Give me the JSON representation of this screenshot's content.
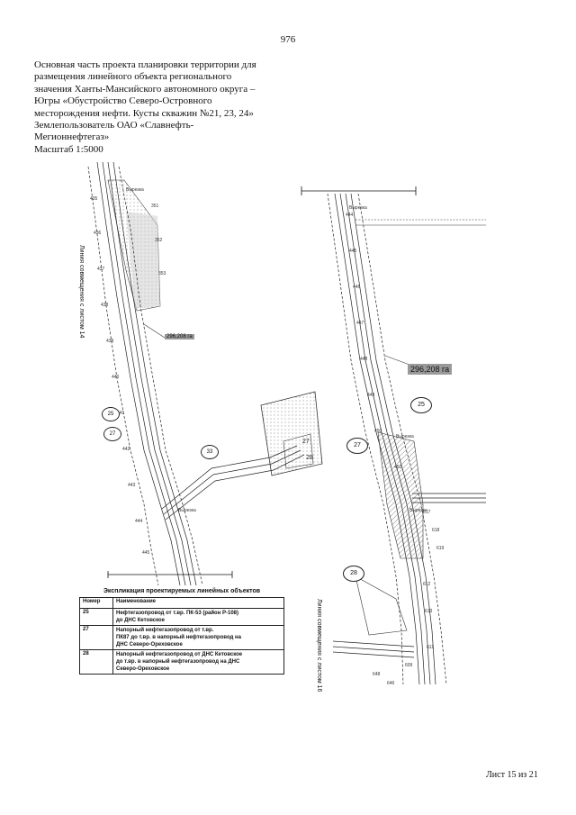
{
  "page_number": "976",
  "heading_lines": [
    "Основная часть проекта планировки территории для",
    "размещения линейного объекта регионального",
    "значения Ханты-Мансийского автономного округа –",
    "Югры «Обустройство Северо-Островного",
    "месторождения нефти. Кусты скважин №21, 23, 24»",
    "Землепользователь ОАО «Славнефть-",
    "Мегионнефтегаз»",
    "Масштаб 1:5000"
  ],
  "map": {
    "left_sheet": {
      "connection_line": "Линия совмещения с листом 14",
      "area_label": "296,208 га",
      "circle_labels": [
        "25",
        "27",
        "33",
        "28"
      ]
    },
    "right_sheet": {
      "connection_line": "Линия совмещения с листом 16",
      "area_label": "296,208 га",
      "circle_labels": [
        "25",
        "27",
        "28"
      ]
    }
  },
  "legend": {
    "title": "Экспликация проектируемых линейных объектов",
    "headers": [
      "Номер",
      "Наименование"
    ],
    "rows": [
      {
        "number": "25",
        "lines": [
          "Нефтегазопровод от т.вр. ПК-53 (район Р-108)",
          "до ДНС Кетовское"
        ]
      },
      {
        "number": "27",
        "lines": [
          "Напорный нефтегазопровод от т.вр.",
          "ПК87 до т.вр. в напорный нефтегазопровод на",
          "ДНС Северо-Ореховское"
        ]
      },
      {
        "number": "28",
        "lines": [
          "Напорный нефтегазопровод от ДНС Кетовское",
          "до т.вр. в напорный нефтегазопровод на ДНС",
          "Северо-Ореховское"
        ]
      }
    ]
  },
  "footer": "Лист 15 из 21"
}
